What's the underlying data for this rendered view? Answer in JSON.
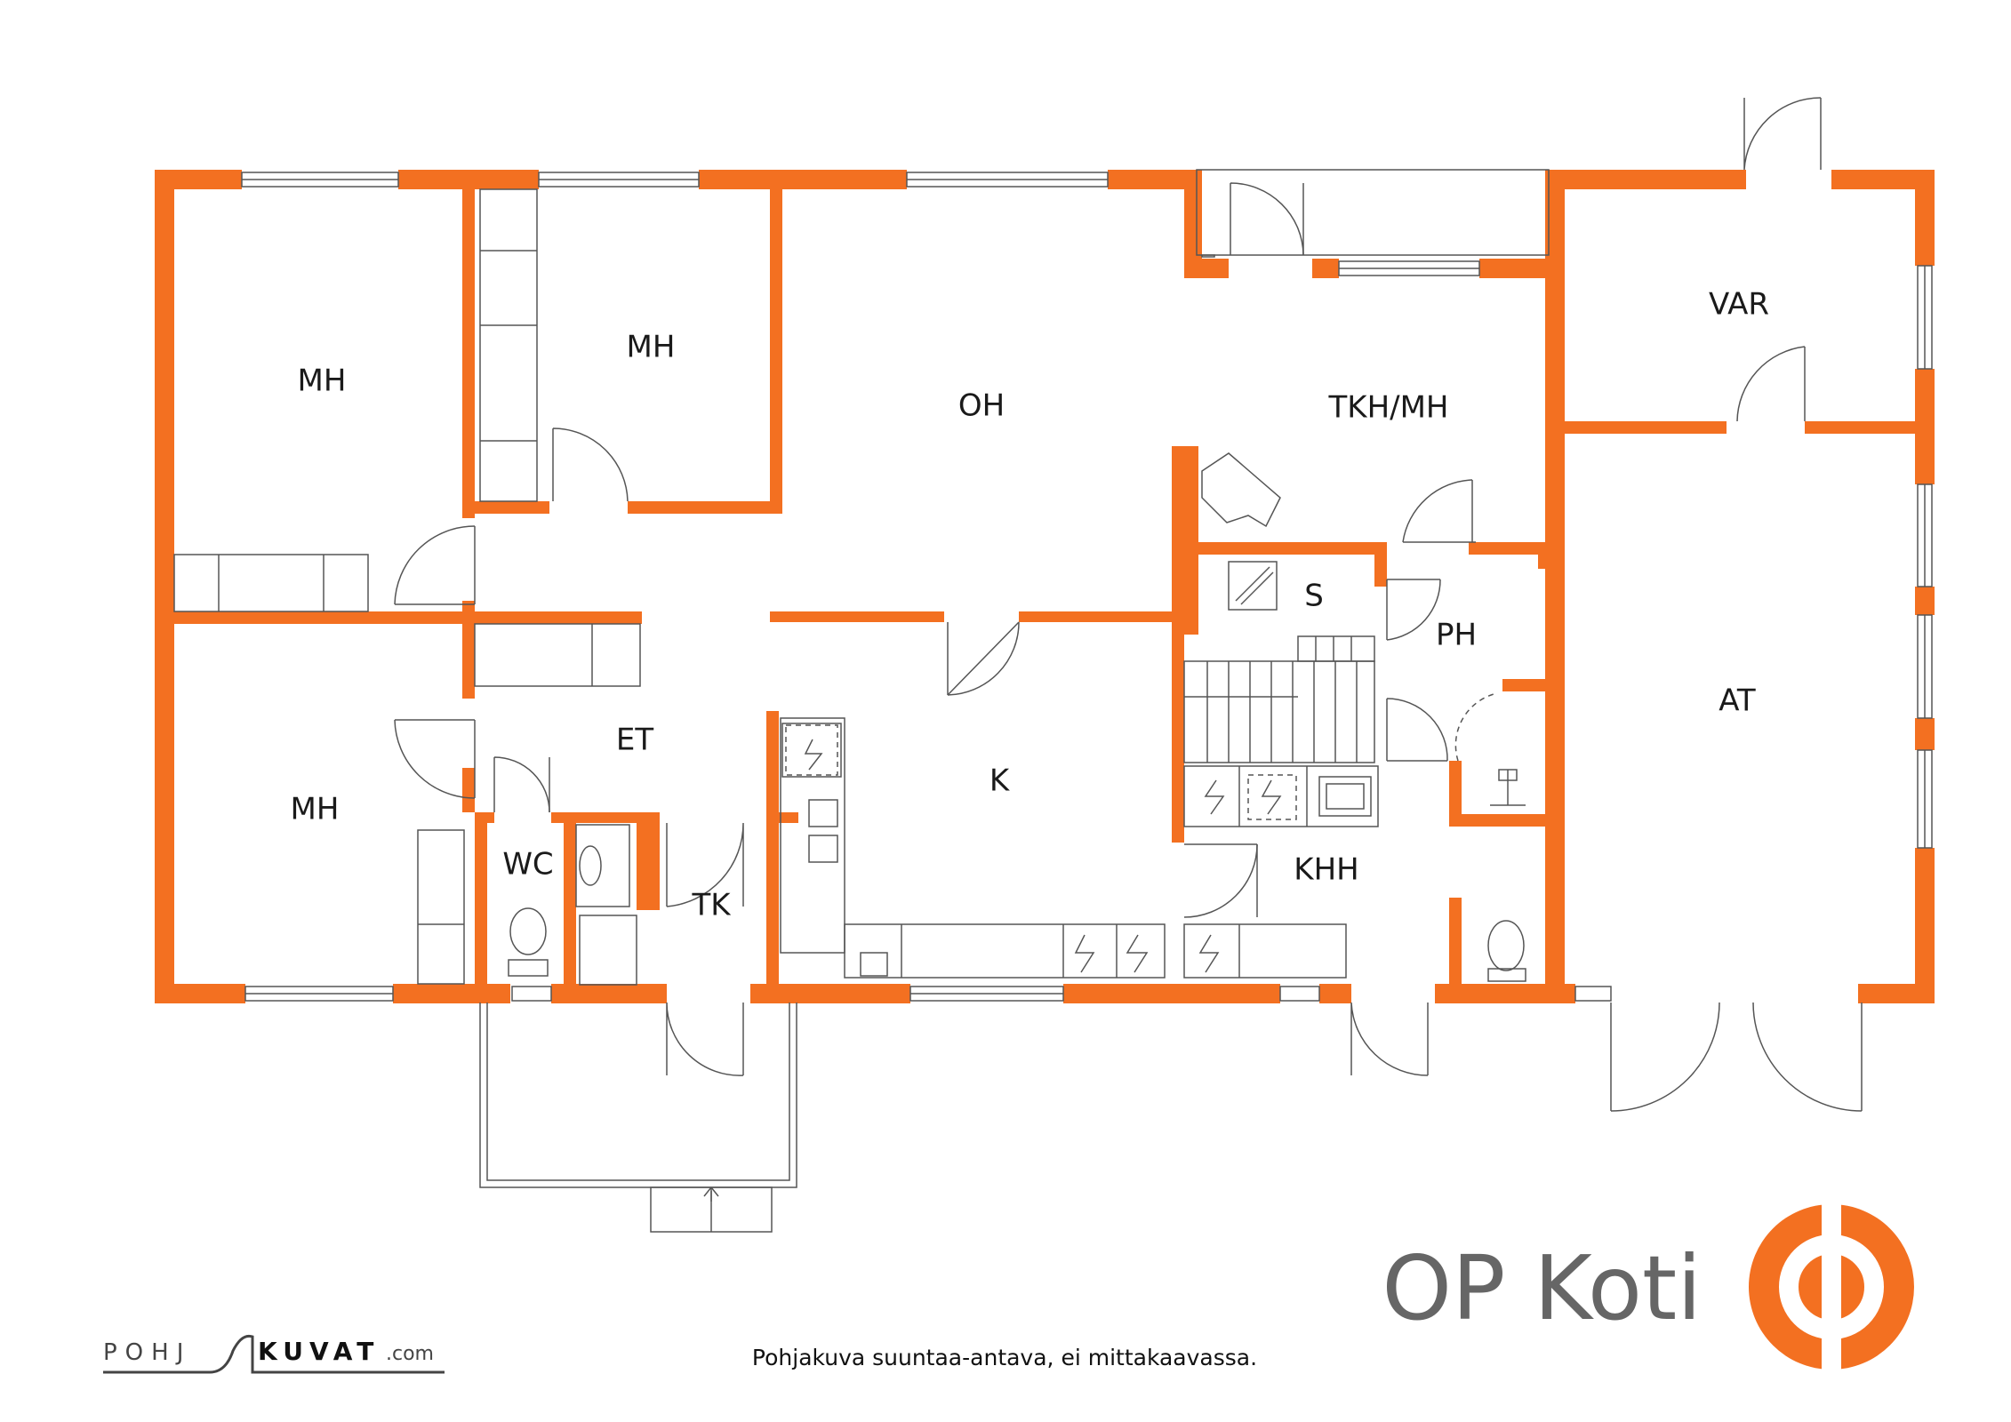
{
  "rooms": [
    {
      "id": "mh-1",
      "label": "MH"
    },
    {
      "id": "mh-2",
      "label": "MH"
    },
    {
      "id": "oh",
      "label": "OH"
    },
    {
      "id": "tkh-mh",
      "label": "TKH/MH"
    },
    {
      "id": "var",
      "label": "VAR"
    },
    {
      "id": "s",
      "label": "S"
    },
    {
      "id": "ph",
      "label": "PH"
    },
    {
      "id": "at",
      "label": "AT"
    },
    {
      "id": "et",
      "label": "ET"
    },
    {
      "id": "k",
      "label": "K"
    },
    {
      "id": "mh-3",
      "label": "MH"
    },
    {
      "id": "wc",
      "label": "WC"
    },
    {
      "id": "tk",
      "label": "TK"
    },
    {
      "id": "khh",
      "label": "KHH"
    }
  ],
  "logo": {
    "text": "OP Koti",
    "color": "#f37021"
  },
  "footer": {
    "note": "Pohjakuva suuntaa-antava, ei mittakaavassa."
  },
  "brand": {
    "part1": "POHJ",
    "part2": "KUVAT",
    "part3": ".com"
  },
  "colors": {
    "wall": "#f37021",
    "line": "#555555"
  }
}
